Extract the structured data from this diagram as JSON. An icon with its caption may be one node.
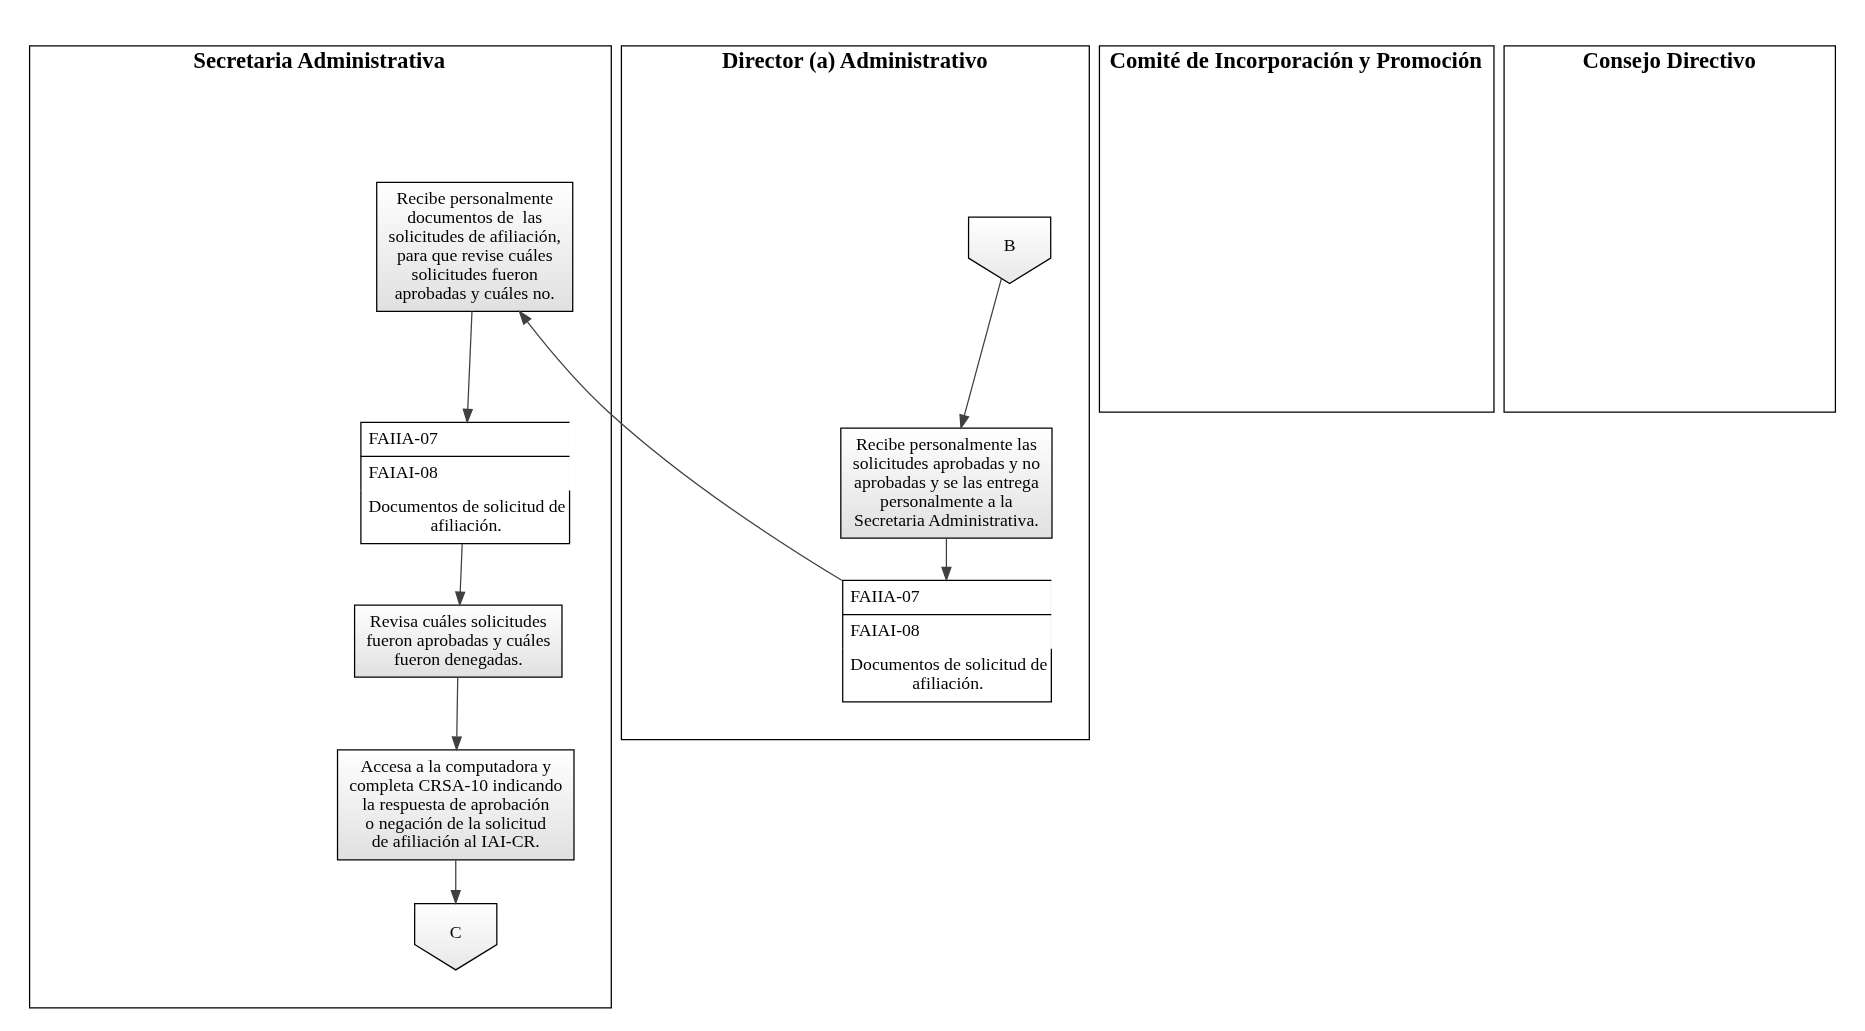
{
  "diagram": {
    "nodes": [
      {
        "text": [
          "Secretaria Administrativa"
        ]
      },
      {
        "text": [
          "Director (a) Administrativo"
        ]
      },
      {
        "text": [
          "Comité de Incorporación y Promoción"
        ]
      },
      {
        "text": [
          "Consejo Directivo"
        ]
      },
      {
        "text": [
          "Recibe personalmente documentos de  las solicitudes de afiliación, para que revise cuáles solicitudes fueron aprobadas y cuáles no."
        ],
        "in": 0
      },
      {
        "text": [
          "FAIIA-07",
          "FAIAI-08",
          "Documentos de solicitud de afiliación."
        ],
        "in": 0
      },
      {
        "text": [
          "Revisa cuáles solicitudes fueron aprobadas y cuáles fueron denegadas."
        ],
        "in": 0
      },
      {
        "text": [
          "Accesa a la computadora y completa CRSA-10 indicando la respuesta de aprobación o negación de la solicitud de afiliación al IAI-CR."
        ],
        "in": 0
      },
      {
        "text": [
          "C"
        ],
        "in": 0
      },
      {
        "text": [
          "B"
        ],
        "in": 1
      },
      {
        "text": [
          "Recibe personalmente las solicitudes aprobadas y no aprobadas y se las entrega personalmente a la Secretaria Administrativa."
        ],
        "in": 1
      },
      {
        "text": [
          "FAIIA-07",
          "FAIAI-08",
          "Documentos de solicitud de afiliación."
        ],
        "in": 1
      }
    ],
    "edges": [
      {
        "from": 9,
        "to": 10,
        "arrow": "to"
      },
      {
        "from": 10,
        "to": 11,
        "arrow": "to"
      },
      {
        "from": 11,
        "to": 4,
        "arrow": "to"
      },
      {
        "from": 4,
        "to": 5,
        "arrow": "to"
      },
      {
        "from": 5,
        "to": 6,
        "arrow": "to"
      },
      {
        "from": 6,
        "to": 7,
        "arrow": "to"
      },
      {
        "from": 7,
        "to": 8,
        "arrow": "to"
      }
    ]
  }
}
